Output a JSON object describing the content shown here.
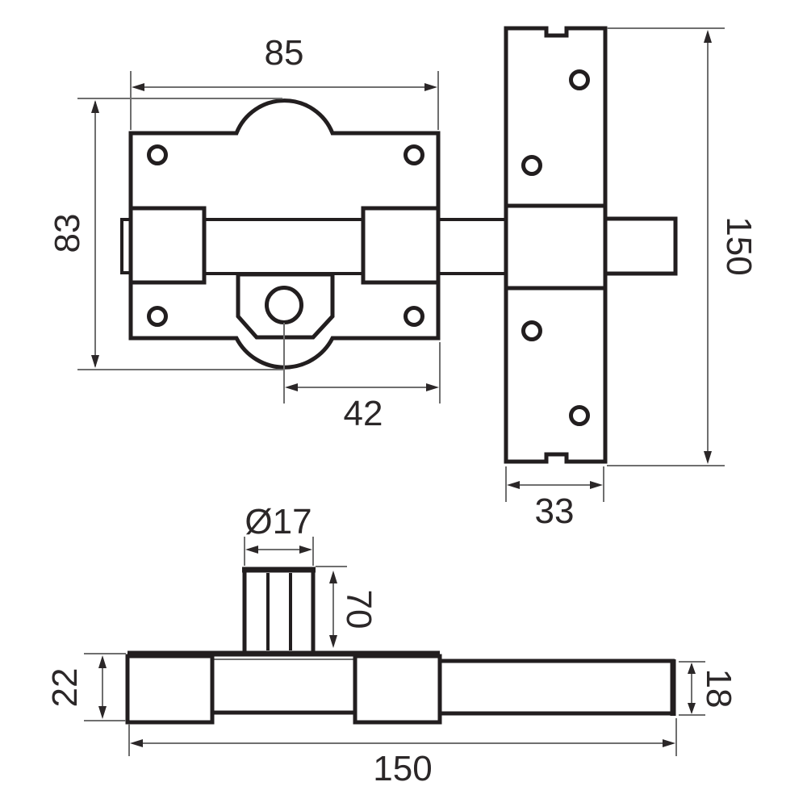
{
  "page": {
    "background": "#ffffff",
    "object_line_color": "#221e1f",
    "dimension_line_color": "#6f6f6f",
    "text_color": "#2b2728"
  },
  "drawing": {
    "description": "Technical dimension drawing of a cylinder rim lock bolt with strike plate",
    "dimensions": {
      "front_width": "85",
      "front_height": "83",
      "cylinder_to_edge": "42",
      "strike_height": "150",
      "strike_width": "33",
      "cylinder_diameter": "Ø17",
      "cylinder_length": "70",
      "body_thickness": "22",
      "rod_diameter": "18",
      "overall_length": "150"
    }
  }
}
